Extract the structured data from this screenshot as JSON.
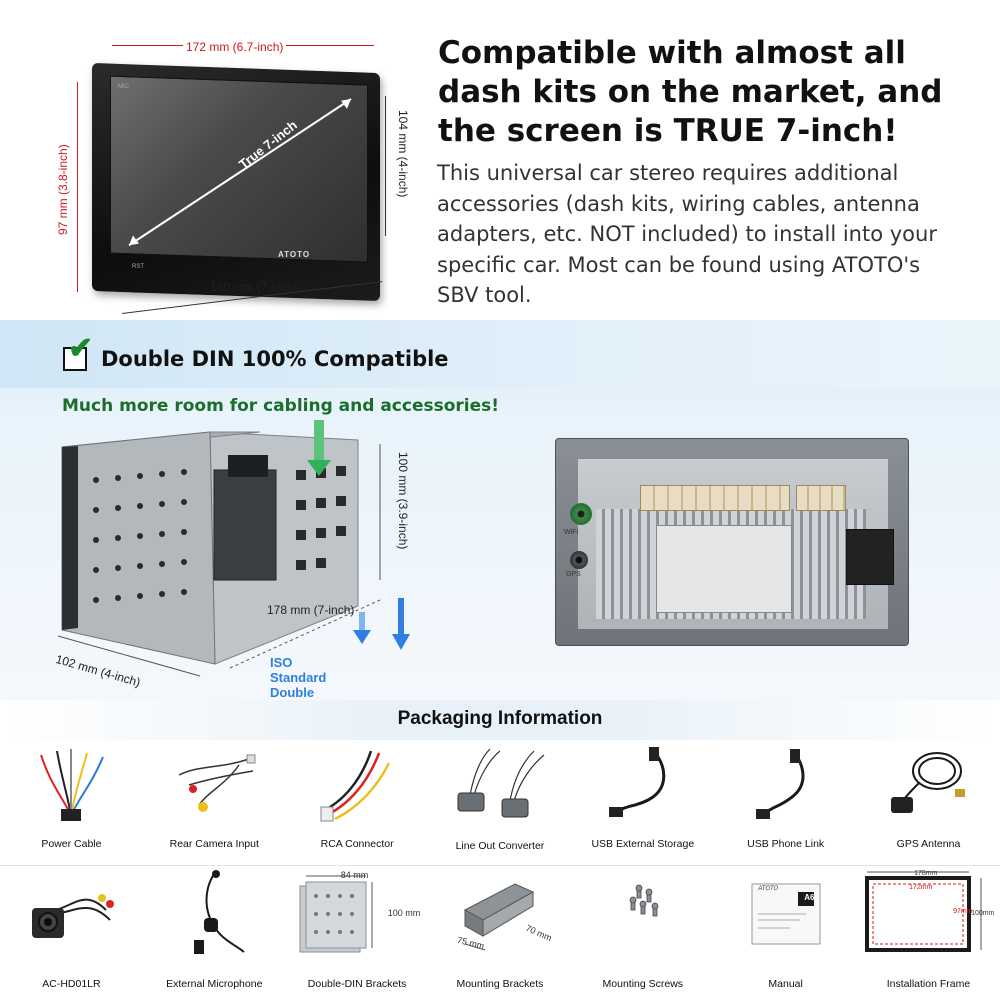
{
  "top": {
    "dims": {
      "width_top": "172 mm (6.7-inch)",
      "height_left": "97 mm (3.8-inch)",
      "height_right": "104 mm (4-inch)",
      "width_bottom": "180 mm (7-inch)"
    },
    "screen_label": "True 7-inch",
    "brand": "ATOTO",
    "mic_label": "MIC",
    "rst_label": "RST",
    "headline": "Compatible with almost all dash kits on the market, and the screen is TRUE 7-inch!",
    "description": "This universal car stereo requires additional accessories (dash kits, wiring cables, antenna adapters, etc. NOT included) to install into your specific car. Most can be found using ATOTO's SBV tool."
  },
  "din": {
    "title": "Double DIN 100% Compatible",
    "subtitle": "Much more room for cabling and accessories!",
    "dim_height": "100 mm (3.9-inch)",
    "dim_depth": "178 mm (7-inch)",
    "dim_width": "102 mm (4-inch)",
    "iso_label": "ISO Standard Double DIN Size",
    "wifi_label": "WiFi",
    "gps_label": "GPS"
  },
  "packaging": {
    "title": "Packaging Information",
    "row1": [
      {
        "label": "Power Cable",
        "icon": "power-cable-icon"
      },
      {
        "label": "Rear Camera Input",
        "icon": "rear-camera-input-icon"
      },
      {
        "label": "RCA Connector",
        "icon": "rca-connector-icon"
      },
      {
        "label": "Line Out Converter",
        "icon": "line-out-converter-icon"
      },
      {
        "label": "USB External Storage",
        "icon": "usb-storage-icon"
      },
      {
        "label": "USB Phone Link",
        "icon": "usb-phone-link-icon"
      },
      {
        "label": "GPS Antenna",
        "icon": "gps-antenna-icon"
      }
    ],
    "row2": [
      {
        "label": "AC-HD01LR",
        "icon": "camera-icon"
      },
      {
        "label": "External Microphone",
        "icon": "microphone-icon"
      },
      {
        "label": "Double-DIN Brackets",
        "icon": "din-bracket-icon"
      },
      {
        "label": "Mounting Brackets",
        "icon": "mounting-bracket-icon"
      },
      {
        "label": "Mounting Screws",
        "icon": "screws-icon"
      },
      {
        "label": "Manual",
        "icon": "manual-icon"
      },
      {
        "label": "Installation Frame",
        "icon": "installation-frame-icon"
      }
    ],
    "bracket_dims": {
      "w": "84 mm",
      "h": "100 mm"
    },
    "mount_dims": {
      "a": "70 mm",
      "b": "75 mm"
    },
    "frame_dims": {
      "outer_w": "178mm",
      "inner_w": "172mm",
      "inner_h": "97mm",
      "outer_h": "100mm"
    },
    "manual_badge": "A6",
    "manual_brand": "ATOTO"
  },
  "colors": {
    "dim_red": "#d11a1a",
    "iso_blue": "#2f7fe0",
    "subtitle_green": "#1a6e2a",
    "check_green": "#1b8a2a"
  }
}
